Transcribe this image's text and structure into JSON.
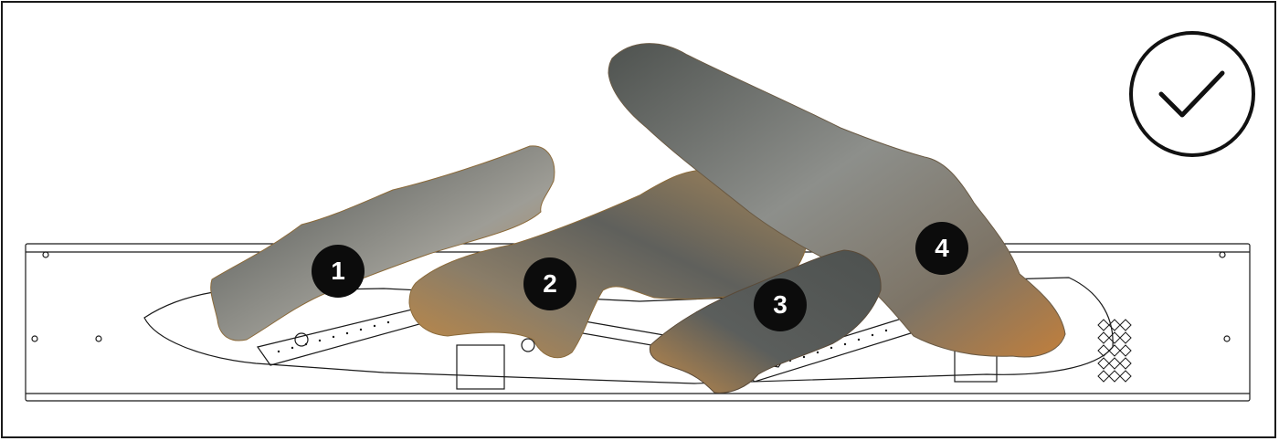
{
  "diagram": {
    "status_icon": "check-circle-icon",
    "colors": {
      "outline": "#1a1a1a",
      "badge_fill": "#0c0c0c",
      "badge_text": "#ffffff",
      "log_grey": "#6f706c",
      "log_ochre": "#b88a4a"
    },
    "logs": [
      {
        "number": "1"
      },
      {
        "number": "2"
      },
      {
        "number": "3"
      },
      {
        "number": "4"
      }
    ]
  }
}
